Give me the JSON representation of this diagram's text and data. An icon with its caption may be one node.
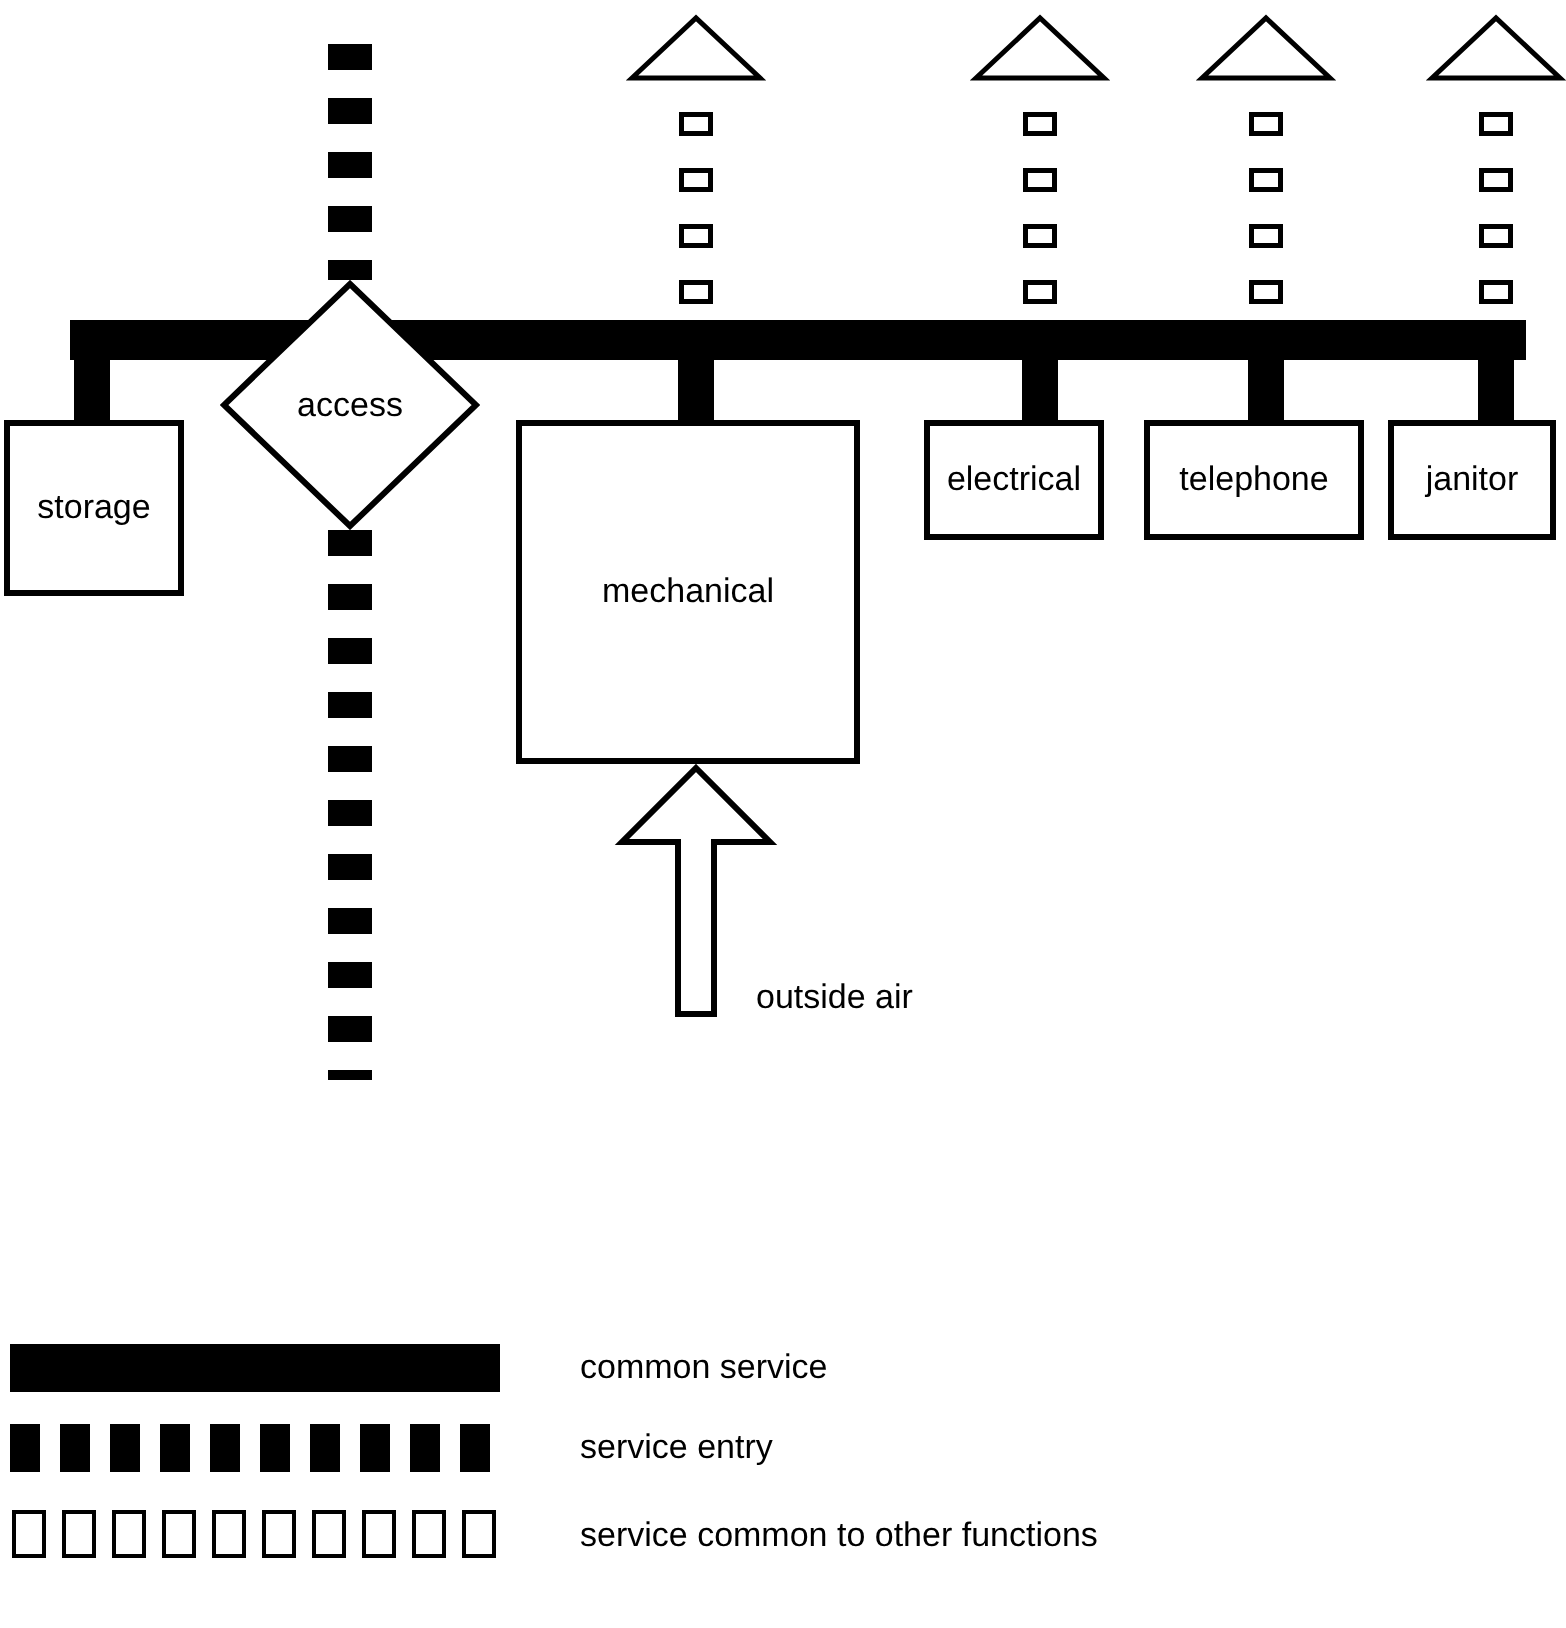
{
  "diagram": {
    "nodes": [
      {
        "text": [],
        "shape": "bar"
      },
      {
        "text": [
          "storage"
        ]
      },
      {
        "text": [
          "access"
        ]
      },
      {
        "text": [
          "mechanical"
        ]
      },
      {
        "text": [
          "electrical"
        ]
      },
      {
        "text": [
          "telephone"
        ]
      },
      {
        "text": [
          "janitor"
        ]
      }
    ],
    "edges": [
      {
        "from": 0,
        "to": 1,
        "arrow": "none"
      },
      {
        "from": 0,
        "to": 3,
        "arrow": "none"
      },
      {
        "from": 0,
        "to": 4,
        "arrow": "none"
      },
      {
        "from": 0,
        "to": 5,
        "arrow": "none"
      },
      {
        "from": 0,
        "to": 6,
        "arrow": "none"
      },
      {
        "from": null,
        "to": 2,
        "arrow": "none",
        "style": "dashed"
      },
      {
        "from": 2,
        "to": null,
        "arrow": "none",
        "style": "dashed"
      },
      {
        "from": 0,
        "to": null,
        "arrow": "to",
        "style": "dashed"
      },
      {
        "from": 0,
        "to": null,
        "arrow": "to",
        "style": "dashed"
      },
      {
        "from": 0,
        "to": null,
        "arrow": "to",
        "style": "dashed"
      },
      {
        "from": 0,
        "to": null,
        "arrow": "to",
        "style": "dashed"
      },
      {
        "from": null,
        "to": 3,
        "arrow": "to",
        "label": "outside air"
      }
    ],
    "legend": [
      {
        "text": "common service"
      },
      {
        "text": "service entry"
      },
      {
        "text": "service common to other functions"
      }
    ]
  }
}
